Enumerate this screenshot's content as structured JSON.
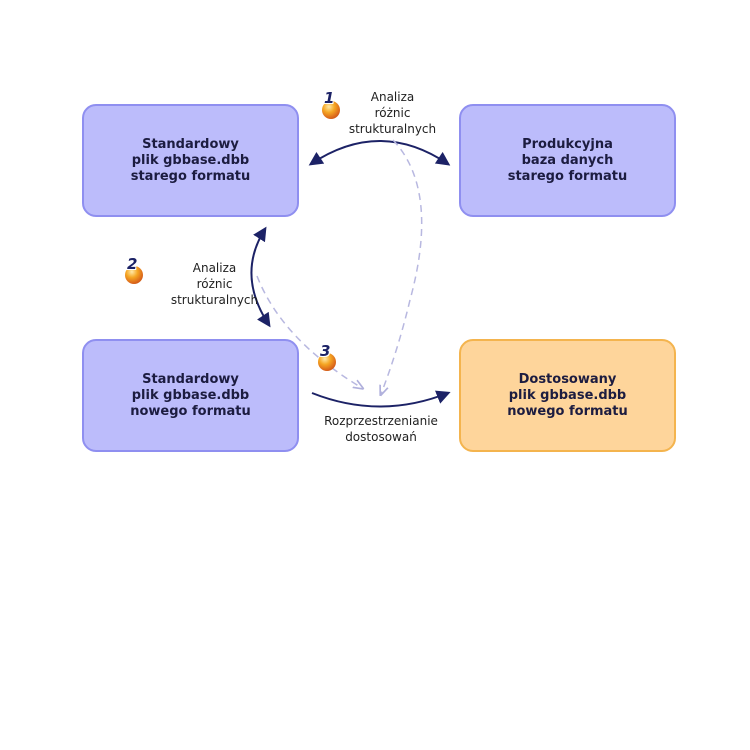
{
  "nodes": {
    "std_old": "Standardowy\nplik gbbase.dbb\nstarego formatu",
    "prod_old": "Produkcyjna\nbaza danych\nstarego formatu",
    "std_new": "Standardowy\nplik gbbase.dbb\nnowego formatu",
    "custom_new": "Dostosowany\nplik gbbase.dbb\nnowego formatu"
  },
  "labels": {
    "step1": "Analiza\nróżnic\nstrukturalnych",
    "step2": "Analiza\nróżnic\nstrukturalnych",
    "step3": "Rozprzestrzenianie\ndostosowań"
  },
  "steps": {
    "one": "1",
    "two": "2",
    "three": "3"
  },
  "colors": {
    "node_fill": "#bcbcfb",
    "node_border": "#8f8ff0",
    "custom_fill": "#fed59b",
    "custom_border": "#f4b44e",
    "arrow": "#1c2266",
    "dashed_arrow": "#b8b8e0"
  }
}
